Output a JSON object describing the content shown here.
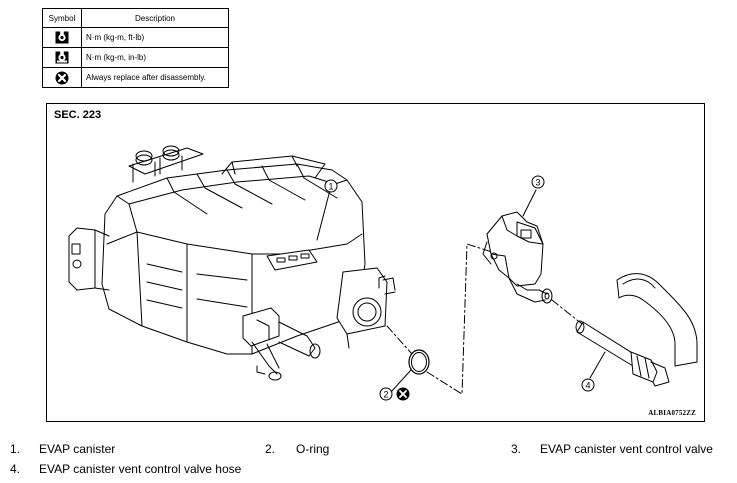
{
  "legend": {
    "header_symbol": "Symbol",
    "header_description": "Description",
    "rows": [
      {
        "icon": "torque-wrench-ft-lb-icon",
        "description": "N·m (kg-m, ft-lb)"
      },
      {
        "icon": "torque-wrench-in-lb-icon",
        "description": "N·m (kg-m, in-lb)"
      },
      {
        "icon": "always-replace-icon",
        "description": "Always replace after disassembly."
      }
    ]
  },
  "diagram": {
    "section": "SEC. 223",
    "reference_code": "ALBIA0752ZZ",
    "callouts": [
      "1",
      "2",
      "3",
      "4"
    ]
  },
  "parts": [
    {
      "num": "1.",
      "label": "EVAP canister"
    },
    {
      "num": "2.",
      "label": "O-ring"
    },
    {
      "num": "3.",
      "label": "EVAP canister vent control valve"
    },
    {
      "num": "4.",
      "label": "EVAP canister vent control valve hose"
    }
  ]
}
